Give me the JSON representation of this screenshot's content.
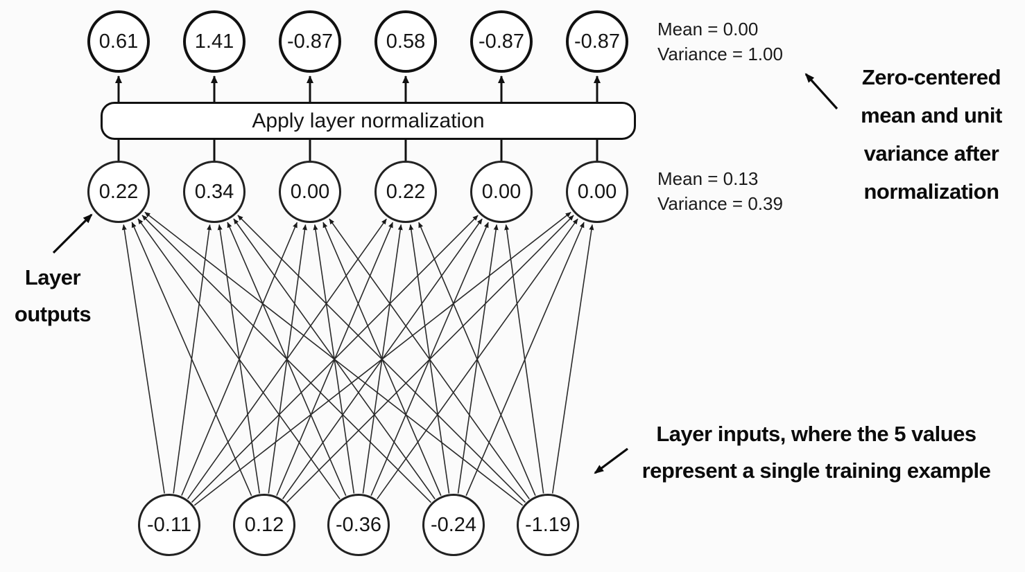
{
  "diagram": {
    "box_label": "Apply layer normalization",
    "nodes": {
      "top": [
        "0.61",
        "1.41",
        "-0.87",
        "0.58",
        "-0.87",
        "-0.87"
      ],
      "middle": [
        "0.22",
        "0.34",
        "0.00",
        "0.22",
        "0.00",
        "0.00"
      ],
      "bottom": [
        "-0.11",
        "0.12",
        "-0.36",
        "-0.24",
        "-1.19"
      ]
    },
    "stats_after": {
      "mean": "Mean = 0.00",
      "variance": "Variance = 1.00"
    },
    "stats_before": {
      "mean": "Mean = 0.13",
      "variance": "Variance = 0.39"
    },
    "label_outputs": {
      "line1": "Layer",
      "line2": "outputs"
    },
    "label_normalized": {
      "line1": "Zero-centered",
      "line2": "mean and unit",
      "line3": "variance after",
      "line4": "normalization"
    },
    "label_inputs": {
      "line1": "Layer inputs, where the 5 values",
      "line2": "represent a single training example"
    }
  },
  "colors": {
    "ink": "#111111",
    "node_fill": "#ffffff",
    "background": "#fbfbfb"
  }
}
